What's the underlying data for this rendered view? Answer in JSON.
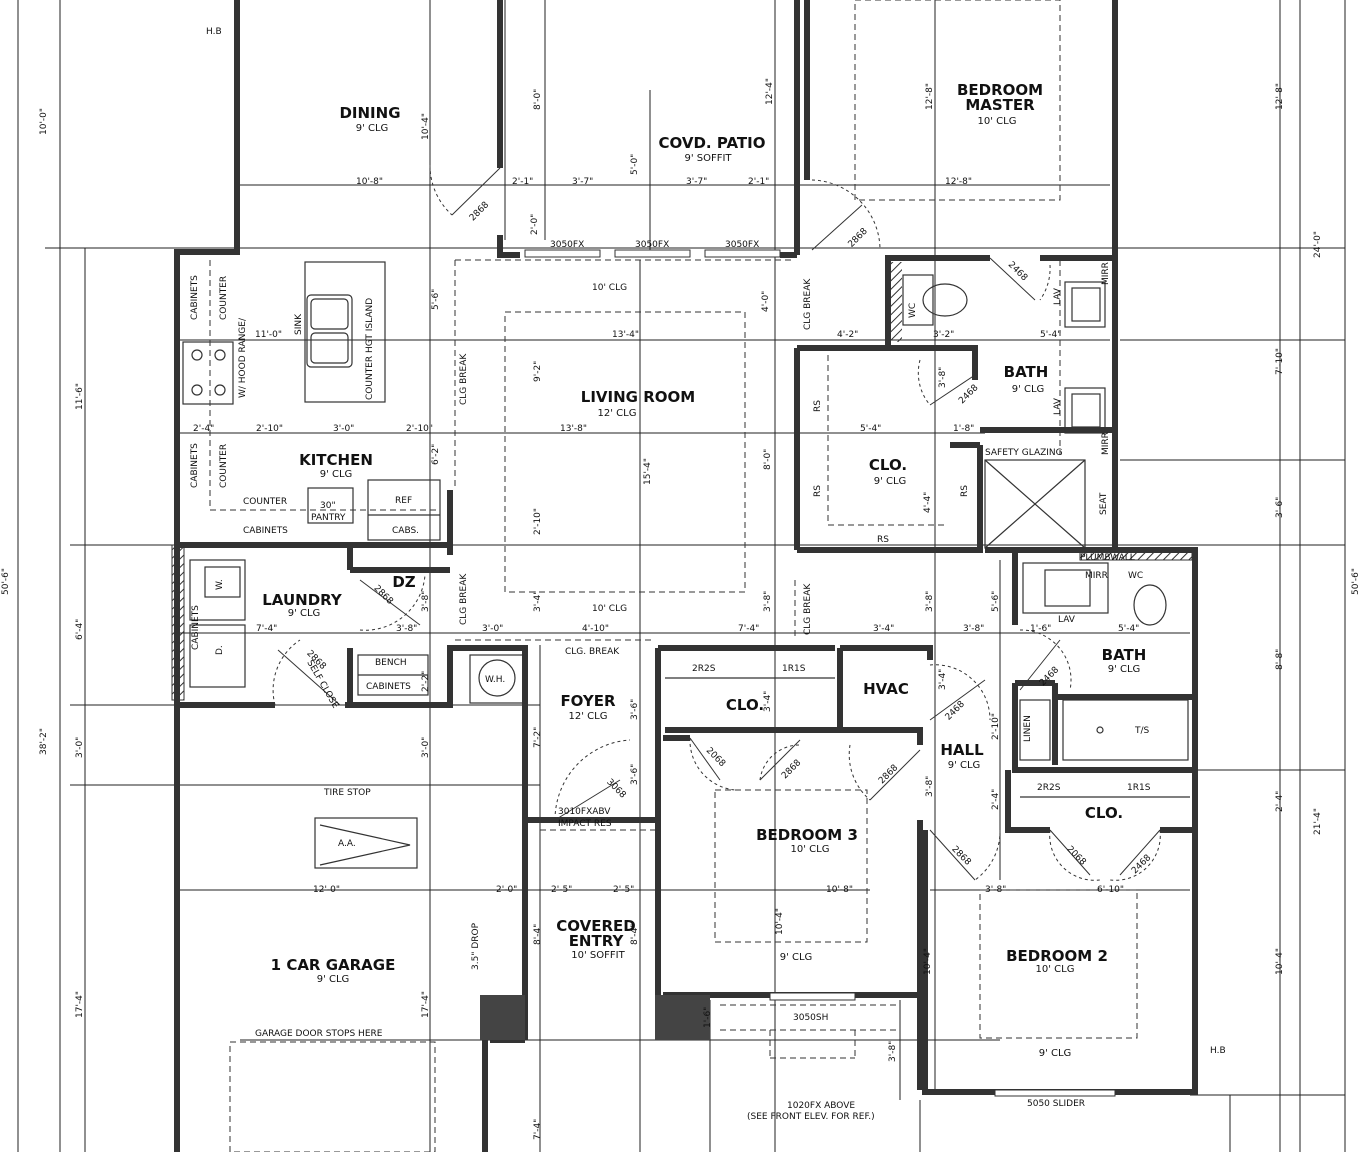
{
  "rooms": [
    {
      "key": "dining",
      "name": "DINING",
      "ceiling": "9' CLG"
    },
    {
      "key": "patio",
      "name": "COVD. PATIO",
      "ceiling": "9' SOFFIT"
    },
    {
      "key": "master",
      "name": "BEDROOM",
      "name2": "MASTER",
      "ceiling": "10' CLG"
    },
    {
      "key": "living",
      "name": "LIVING ROOM",
      "ceiling": "12' CLG"
    },
    {
      "key": "kitchen",
      "name": "KITCHEN",
      "ceiling": "9' CLG"
    },
    {
      "key": "master_bath",
      "name": "BATH",
      "ceiling": "9' CLG"
    },
    {
      "key": "master_clo",
      "name": "CLO.",
      "ceiling": "9' CLG"
    },
    {
      "key": "laundry",
      "name": "LAUNDRY",
      "ceiling": "9' CLG"
    },
    {
      "key": "dz",
      "name": "DZ"
    },
    {
      "key": "foyer",
      "name": "FOYER",
      "ceiling": "12' CLG"
    },
    {
      "key": "clo3",
      "name": "CLO."
    },
    {
      "key": "hvac",
      "name": "HVAC"
    },
    {
      "key": "hall",
      "name": "HALL",
      "ceiling": "9' CLG"
    },
    {
      "key": "bath2",
      "name": "BATH",
      "ceiling": "9' CLG"
    },
    {
      "key": "bed3",
      "name": "BEDROOM 3",
      "ceiling": "10' CLG",
      "ceiling2": "9' CLG"
    },
    {
      "key": "clo2",
      "name": "CLO."
    },
    {
      "key": "garage",
      "name": "1 CAR GARAGE",
      "ceiling": "9' CLG"
    },
    {
      "key": "entry",
      "name": "COVERED",
      "name2": "ENTRY",
      "ceiling": "10' SOFFIT"
    },
    {
      "key": "bed2",
      "name": "BEDROOM 2",
      "ceiling": "10' CLG",
      "ceiling2": "9' CLG"
    }
  ],
  "labels": {
    "hb_top": "H.B",
    "hb_right": "H.B",
    "window_3050fx": "3050FX",
    "door_2868": "2868",
    "door_2468": "2468",
    "door_2068": "2068",
    "door_3068": "3068",
    "clg_10": "10' CLG",
    "clg_break": "CLG BREAK",
    "clg_break_dot": "CLG. BREAK",
    "cabinets": "CABINETS",
    "counter": "COUNTER",
    "sink": "SINK",
    "counter_island": "COUNTER HGT ISLAND",
    "range": "W/ HOOD RANGE/",
    "pantry_size": "30\"",
    "pantry": "PANTRY",
    "ref": "REF",
    "cabs": "CABS.",
    "lav": "LAV",
    "mirr": "MIRR",
    "wc": "WC",
    "seat": "SEAT",
    "safety": "SAFETY GLAZING",
    "rs": "RS",
    "plumbwall": "PLUMBWALL",
    "washer": "W.",
    "dryer": "D.",
    "bench": "BENCH",
    "self_close": "SELF CLOSE",
    "wh": "W.H.",
    "shelf_2r2s": "2R2S",
    "shelf_1r1s": "1R1S",
    "linen": "LINEN",
    "ts": "T/S",
    "tire_stop": "TIRE STOP",
    "aa": "A.A.",
    "drop": "3.5\" DROP",
    "window_3010": "3010FXABV",
    "impact": "IMPACT RES",
    "garage_door": "GARAGE DOOR STOPS HERE",
    "window_3050sh": "3050SH",
    "fx_above": "1020FX ABOVE",
    "see_front": "(SEE FRONT ELEV. FOR REF.)",
    "slider": "5050 SLIDER"
  },
  "dimensions": {
    "left_10_0": "10'-0\"",
    "left_11_6": "11'-6\"",
    "left_6_4": "6'-4\"",
    "left_3_0": "3'-0\"",
    "left_17_4": "17'-4\"",
    "left_38_2": "38'-2\"",
    "left_50_6": "50'-6\"",
    "right_12_8": "12'-8\"",
    "right_24_0": "24'-0\"",
    "right_7_10": "7'-10\"",
    "right_3_6": "3'-6\"",
    "right_50_6": "50'-6\"",
    "right_8_8": "8'-8\"",
    "right_2_4": "2'-4\"",
    "right_21_4": "21'-4\"",
    "right_10_4": "10'-4\"",
    "d10_8": "10'-8\"",
    "d2_1": "2'-1\"",
    "d3_7": "3'-7\"",
    "d12_8": "12'-8\"",
    "d10_4": "10'-4\"",
    "d8_0": "8'-0\"",
    "d12_4": "12'-4\"",
    "d5_0": "5'-0\"",
    "d2_0": "2'-0\"",
    "d11_0": "11'-0\"",
    "d13_4": "13'-4\"",
    "d4_2": "4'-2\"",
    "d3_2": "3'-2\"",
    "d5_4": "5'-4\"",
    "d5_6": "5'-6\"",
    "d4_0": "4'-0\"",
    "d9_2": "9'-2\"",
    "d3_8": "3'-8\"",
    "d1_8": "1'-8\"",
    "d2_4": "2'-4\"",
    "d2_10": "2'-10\"",
    "d3_0": "3'-0\"",
    "d13_8": "13'-8\"",
    "d6_2": "6'-2\"",
    "d15_4": "15'-4\"",
    "d4_4": "4'-4\"",
    "d7_4": "7'-4\"",
    "d4_10": "4'-10\"",
    "d3_4": "3'-4\"",
    "d1_6": "1'-6\"",
    "d3_6": "3'-6\"",
    "d7_2": "7'-2\"",
    "d12_0": "12'-0\"",
    "d2_5": "2'-5\"",
    "d8_4": "8'-4\"",
    "d17_4": "17'-4\"",
    "d6_10": "6'-10\"",
    "d2_2": "2'-2\""
  }
}
